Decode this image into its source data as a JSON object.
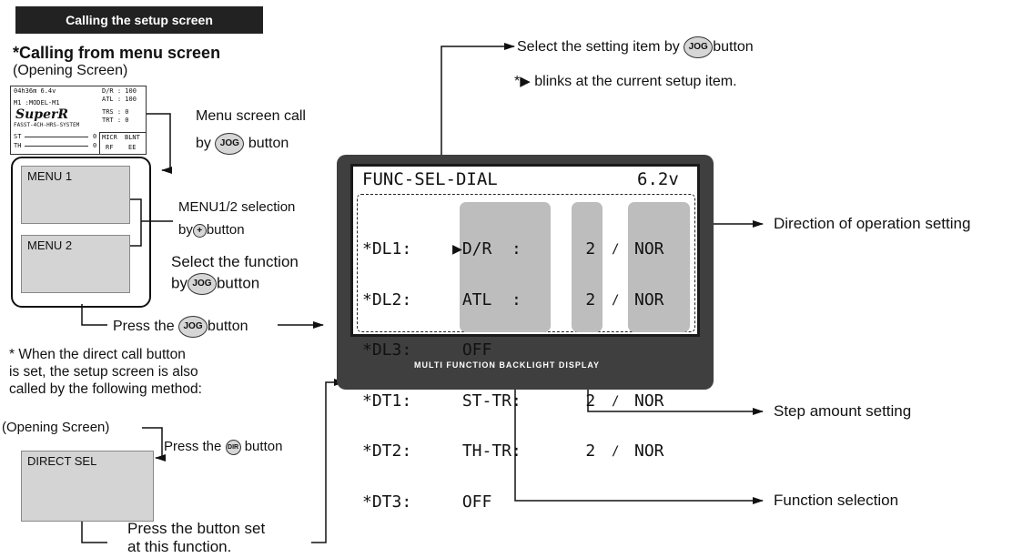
{
  "header": "Calling the setup screen",
  "menu_call": {
    "title": "*Calling from menu screen",
    "opening": "(Opening Screen)"
  },
  "mini_screen": {
    "row1": "04h36m 6.4v",
    "row1b": "D/R : 100",
    "row2": "M1 :MODEL-M1",
    "row2b": "ATL : 100",
    "logo": "SuperR",
    "row4": "TRS : 0",
    "row4b": "TRT : 0",
    "row5": "FASST-4CH-HRS-SYSTEM",
    "st": "ST",
    "th": "TH",
    "zero": "0",
    "b1": "MICR",
    "b2": "BLNT",
    "b3": "RF",
    "b4": "EE"
  },
  "annot": {
    "menu_call_1": "Menu screen call",
    "by": "by",
    "button": "button",
    "menu_sel": "MENU1/2 selection",
    "select_fn": "Select the function",
    "press_the": "Press the",
    "direct_note_1": "* When the direct call button",
    "direct_note_2": "is set, the setup screen is also",
    "direct_note_3": "called by the following method:",
    "opening2": "(Opening Screen)",
    "press_dir": "Press the",
    "press_set_1": "Press the button set",
    "press_set_2": "at this function.",
    "select_item": "Select the setting item by",
    "blinks": "blinks at the current setup item.",
    "star": "*",
    "direction": "Direction of operation setting",
    "step": "Step amount setting",
    "function": "Function selection"
  },
  "buttons": {
    "jog": "JOG",
    "plus": "+",
    "dir": "DIR"
  },
  "menus": {
    "menu1": "MENU 1",
    "menu2": "MENU 2",
    "direct": "DIRECT SEL"
  },
  "lcd": {
    "title": "FUNC-SEL-DIAL",
    "voltage": "6.2v",
    "labels": [
      "*DL1:",
      "*DL2:",
      "*DL3:",
      "*DT1:",
      "*DT2:",
      "*DT3:"
    ],
    "functions": [
      "▶D/R  :",
      " ATL  :",
      " OFF",
      " ST-TR:",
      " TH-TR:",
      " OFF"
    ],
    "steps": [
      "2",
      "2",
      "",
      "2",
      "2",
      ""
    ],
    "slashes": [
      "/",
      "/",
      "",
      "/",
      "/",
      ""
    ],
    "dirs": [
      "NOR",
      "NOR",
      "",
      "NOR",
      "NOR",
      ""
    ],
    "brand": "MULTI FUNCTION BACKLIGHT DISPLAY"
  }
}
